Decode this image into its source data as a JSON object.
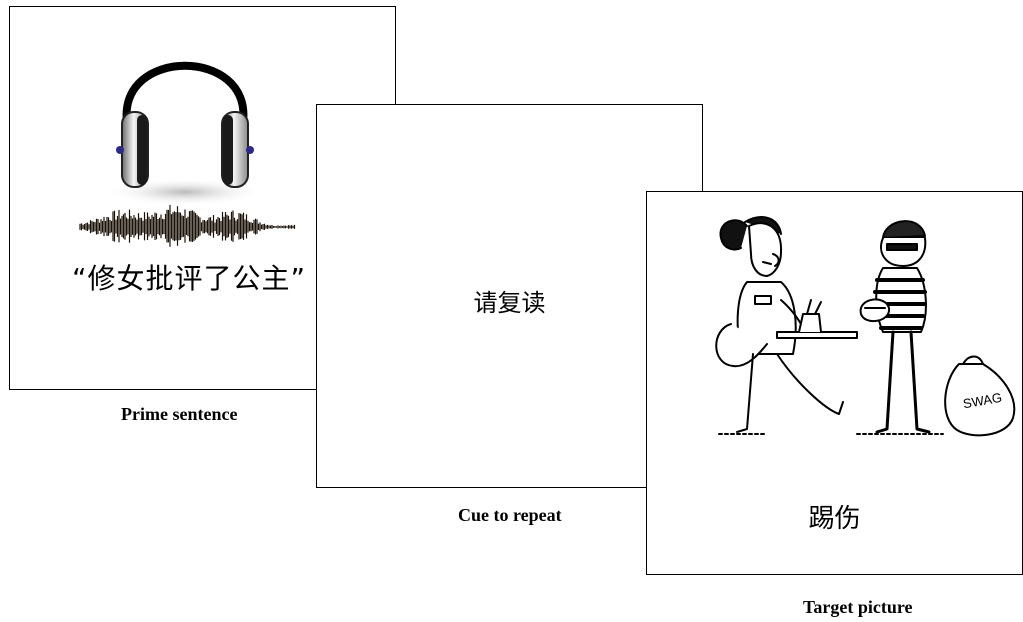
{
  "panels": {
    "prime": {
      "caption": "Prime sentence",
      "sentence": "“修女批评了公主”"
    },
    "cue": {
      "caption": "Cue to repeat",
      "text": "请复读"
    },
    "target": {
      "caption": "Target picture",
      "word": "踢伤",
      "bag_label": "SWAG"
    }
  },
  "icons": {
    "prime": [
      "headphones-icon",
      "audio-waveform"
    ],
    "target": [
      "nun-figure",
      "burglar-figure",
      "loot-bag"
    ]
  },
  "colors": {
    "frame_border": "#000000",
    "waveform": "#1a1108",
    "headphone_accent": "#2a2a8a"
  }
}
